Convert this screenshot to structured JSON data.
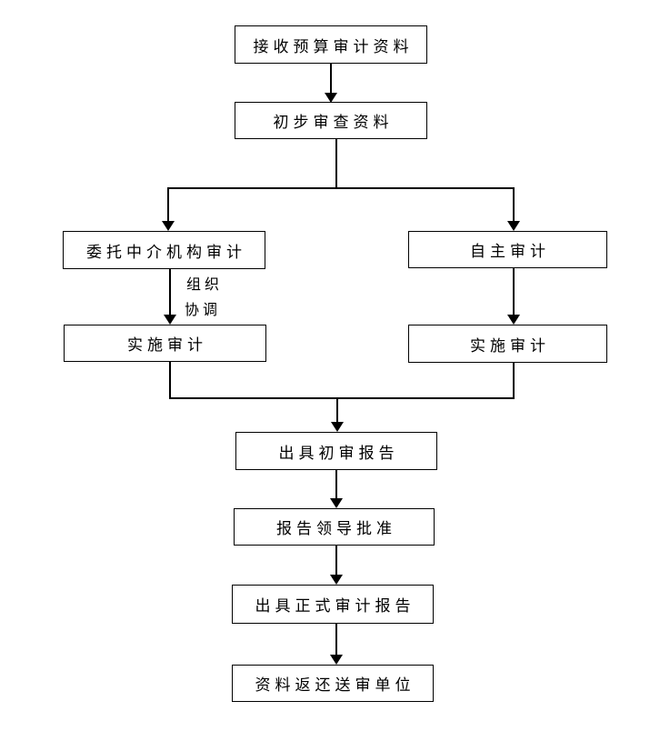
{
  "diagram": {
    "title": "budget-audit-process-flowchart",
    "nodes": {
      "receive": {
        "label": "接收预算审计资料"
      },
      "review": {
        "label": "初步审查资料"
      },
      "entrust": {
        "label": "委托中介机构审计"
      },
      "self_audit": {
        "label": "自主审计"
      },
      "implement_left": {
        "label": "实施审计"
      },
      "implement_right": {
        "label": "实施审计"
      },
      "prelim_report": {
        "label": "出具初审报告"
      },
      "approve": {
        "label": "报告领导批准"
      },
      "formal_report": {
        "label": "出具正式审计报告"
      },
      "return_materials": {
        "label": "资料返还送审单位"
      }
    },
    "edge_labels": {
      "organize": "组织",
      "coordinate": "协调"
    },
    "colors": {
      "line": "#000000",
      "background": "#ffffff",
      "text": "#000000"
    }
  }
}
